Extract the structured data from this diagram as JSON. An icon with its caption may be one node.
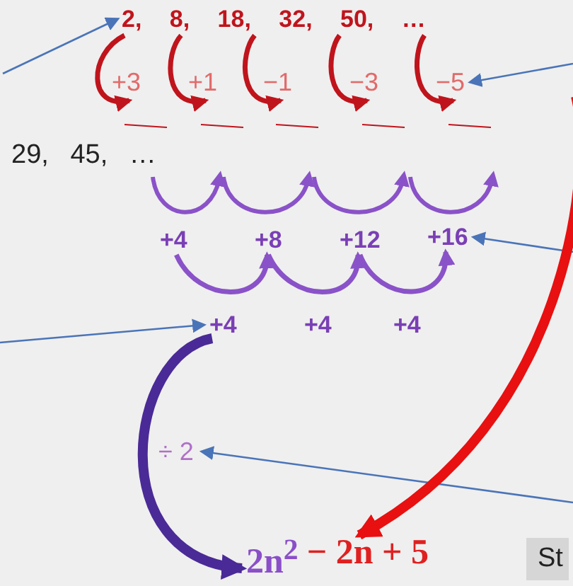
{
  "diagram": {
    "nodes": [
      {
        "text": [
          "2, 8, 18, 32, 50, …"
        ]
      },
      {
        "text": [
          "+3"
        ]
      },
      {
        "text": [
          "+1"
        ]
      },
      {
        "text": [
          "−1"
        ]
      },
      {
        "text": [
          "−3"
        ]
      },
      {
        "text": [
          "−5"
        ]
      },
      {
        "text": [
          "29, 45, …"
        ]
      },
      {
        "text": [
          "+4"
        ]
      },
      {
        "text": [
          "+8"
        ]
      },
      {
        "text": [
          "+12"
        ]
      },
      {
        "text": [
          "+16"
        ]
      },
      {
        "text": [
          "+4"
        ]
      },
      {
        "text": [
          "+4"
        ]
      },
      {
        "text": [
          "+4"
        ]
      },
      {
        "text": [
          "÷ 2"
        ]
      },
      {
        "text": [
          "2n$^{2}$",
          "− 2n + 5"
        ]
      },
      {
        "text": [
          "St"
        ]
      }
    ],
    "edges": [
      {
        "from": null,
        "to": 0,
        "arrow": "to"
      },
      {
        "from": null,
        "to": 5,
        "arrow": "to"
      },
      {
        "from": null,
        "to": 10,
        "arrow": "to"
      },
      {
        "from": null,
        "to": 11,
        "arrow": "to"
      },
      {
        "from": null,
        "to": 14,
        "arrow": "to"
      },
      {
        "from": 11,
        "to": 15,
        "arrow": "to",
        "style": "thick",
        "color": "#4a2a96"
      },
      {
        "from": null,
        "to": 15,
        "arrow": "to",
        "style": "thick",
        "color": "#e81010"
      },
      {
        "from": 7,
        "to": 8,
        "arrow": "to",
        "color": "#8a52c8"
      },
      {
        "from": 8,
        "to": 9,
        "arrow": "to",
        "color": "#8a52c8"
      },
      {
        "from": 9,
        "to": 10,
        "arrow": "to",
        "color": "#8a52c8"
      },
      {
        "from": 0,
        "to": 1,
        "arrow": "to",
        "color": "#c0141c"
      },
      {
        "from": 0,
        "to": 2,
        "arrow": "to",
        "color": "#c0141c"
      },
      {
        "from": 0,
        "to": 3,
        "arrow": "to",
        "color": "#c0141c"
      },
      {
        "from": 0,
        "to": 4,
        "arrow": "to",
        "color": "#c0141c"
      },
      {
        "from": 0,
        "to": 5,
        "arrow": "to",
        "color": "#c0141c"
      }
    ]
  }
}
